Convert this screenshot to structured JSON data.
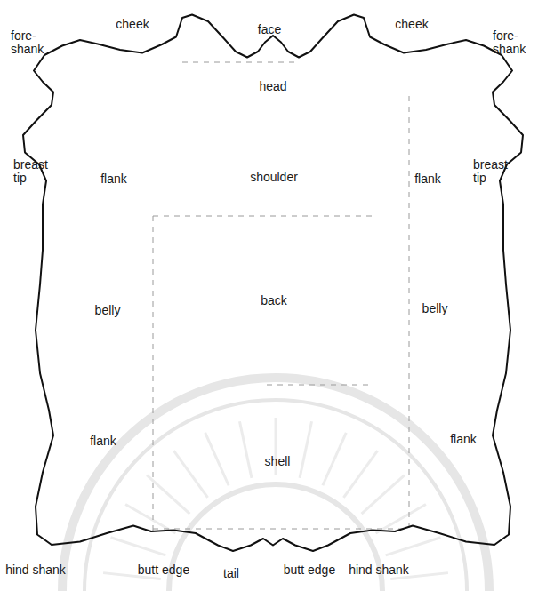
{
  "diagram": {
    "labels": [
      "cheek",
      "face",
      "cheek",
      "fore-shank",
      "fore-shank",
      "head",
      "breast tip",
      "flank",
      "shoulder",
      "flank",
      "breast tip",
      "belly",
      "back",
      "belly",
      "flank",
      "shell",
      "flank",
      "hind shank",
      "butt edge",
      "tail",
      "butt edge",
      "hind shank"
    ]
  }
}
